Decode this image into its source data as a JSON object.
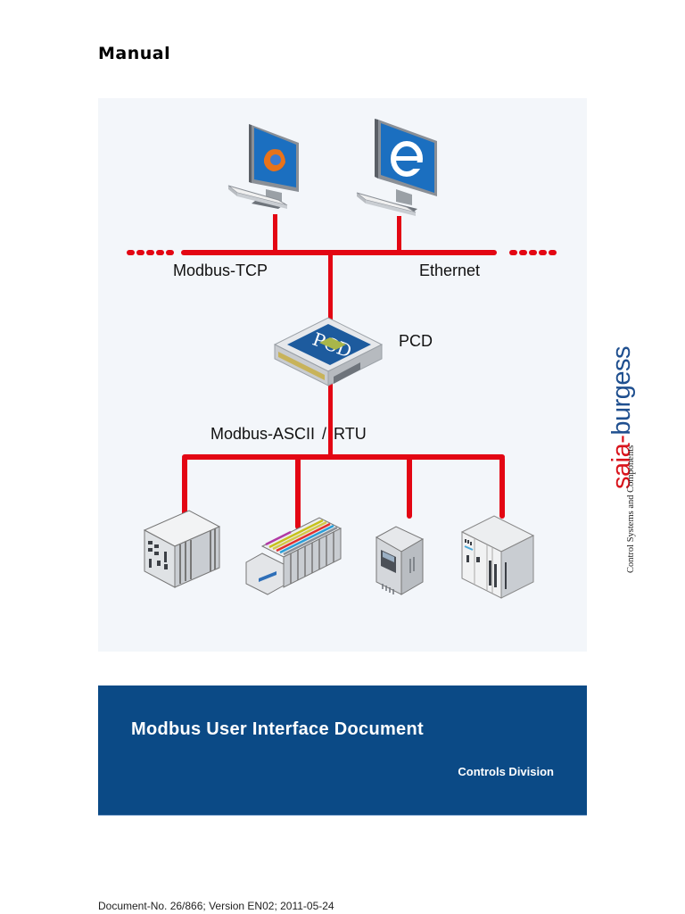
{
  "header": {
    "title": "Manual"
  },
  "diagram": {
    "bus_color": "#e30613",
    "labels": {
      "modbus_tcp": "Modbus-TCP",
      "ethernet": "Ethernet",
      "pcd": "PCD",
      "modbus_ascii_rtu": "Modbus-ASCII / RTU"
    },
    "workstations": [
      {
        "name": "Firefox workstation",
        "icon": "firefox-icon"
      },
      {
        "name": "Internet Explorer workstation",
        "icon": "internet-explorer-icon"
      }
    ],
    "controller": {
      "name": "PCD",
      "screen_text": "PCD"
    },
    "field_devices": [
      {
        "name": "Industrial PC",
        "icon": "industrial-pc-icon"
      },
      {
        "name": "I/O terminal block",
        "icon": "io-module-icon"
      },
      {
        "name": "Frequency inverter",
        "icon": "frequency-inverter-icon"
      },
      {
        "name": "Modular PLC",
        "icon": "modular-plc-icon"
      }
    ]
  },
  "logo": {
    "saia": "saia",
    "dash": "-",
    "burgess": "burgess",
    "tagline": "Control Systems and Components",
    "saia_color": "#d9141c",
    "burgess_color": "#1f4f8f"
  },
  "title_band": {
    "title": "Modbus User Interface Document",
    "division": "Controls Division",
    "background": "#0b4a86"
  },
  "footer": {
    "document_info": "Document-No. 26/866; Version EN02; 2011-05-24"
  }
}
